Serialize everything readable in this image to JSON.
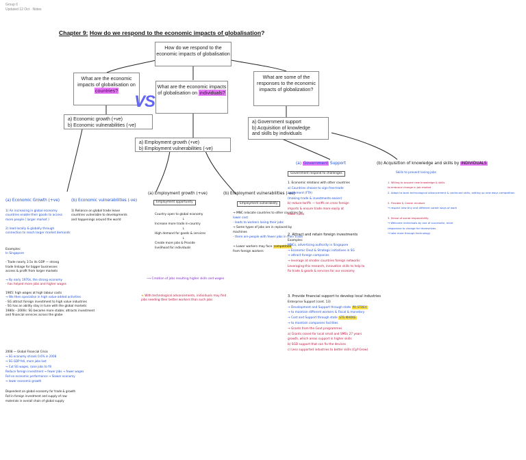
{
  "header": {
    "doc_name": "Group 6",
    "doc_meta": "Updated 12 Oct · Notes"
  },
  "title": {
    "chapter": "Chapter 9:",
    "question": "How do we respond to the economic impacts of globalisation",
    "mark": "?"
  },
  "mindmap": {
    "central": "How do we respond to the economic impacts of globalisation",
    "countries_q": {
      "pre": "What are the economic impacts of globalisation on",
      "hl": "countries?"
    },
    "individuals_q": {
      "pre": "What are the economic impacts of globalisation on",
      "hl": "individuals?"
    },
    "responses_q": "What are some of the responses to the economic impacts of globalization?",
    "vs": "VS",
    "countries_list": [
      "a)   Economic growth (+ve)",
      "b)   Economic vulnerabilities (-ve)"
    ],
    "individuals_list": [
      "a)   Employment growth (+ve)",
      "b)   Employment vulnerabilities (-ve)"
    ],
    "responses_list": [
      "a)   Government support",
      "b)   Acquisition of knowledge",
      "      and skills by individuals"
    ]
  },
  "notes": {
    "col1": {
      "heading_a": "(a) Economic Growth (+ve)",
      "heading_b": "(b) Economic vulnerabilities (-ve)",
      "a_lines": [
        "1) An increasing in global economy",
        "countries enable their goods to access",
        "more people ( larger market )",
        "",
        "2) lead locally & globally through",
        "connection to reach larger market demands"
      ],
      "b_lines": [
        "1) Reliance on global trade leave",
        "countries vulnerable to developments",
        "and happenings around the world"
      ],
      "examples": [
        "Examples:",
        "   In Singapore",
        "",
        "- Trade nearly 3.5x its GDP — strong",
        "  trade linkage for bigger businesses",
        "  access & profit from larger markets",
        "",
        "→ By early 1970s, the strong economy",
        "   - has helped more jobs and higher wages",
        "",
        "1965: high wages at high labour costs",
        "→ We then specialise in high value-added activities",
        "- SG attract foreign investment to high value industries",
        "- SG has an ability stay in tune with the global markets",
        "1980s - 2000s: SG became more stable; attracts investment",
        "   and financial services across the globe"
      ],
      "more": [
        "2008 — Global Financial Crisis",
        "  → SG economy shrank 0.6% in 2008",
        "  → SG GDP fell, more jobs lost",
        "  → Cut SG wages, raise jobs to fill",
        "Reduce foreign investment → fewer jobs → fewer wages",
        "Fall on economic performance → Slower economy",
        "   → lower economic growth",
        "",
        "Dependent on global economy for trade & growth",
        "Fall in foreign investment and supply of raw",
        "   materials in overall chain of global supply"
      ]
    },
    "col2": {
      "heading_a": "(a) Employment growth (+ve)",
      "heading_b": "(b) Employment vulnerabilities (-ve)",
      "a_box": "Employment opportunity",
      "b_box": "Employment vulnerability",
      "a_flow": [
        "Country open to global economy",
        "Increase more trade in-country",
        "High demand for goods & services",
        "Create more jobs & Provide",
        "   livelihood for individuals"
      ],
      "a_end": "Creation of jobs resulting higher skills and wages",
      "a_star": "With technological advancements, individuals may find jobs needing their better workers than such jobs",
      "b_lines": [
        "→ MNC relocate countries to other countries for",
        "   lower cost",
        "   - leads to workers losing their jobs",
        "→ Some types of jobs are in replaced by",
        "   machines",
        "   - there are people with fewer jobs in their trade",
        "",
        "→ Lower workers may face [hl] competition",
        "   from foreign workers"
      ],
      "b_hl": "competition"
    },
    "col3": {
      "heading": "(a) Government Support",
      "heading_hl": "Government",
      "box1": "Government respond to challenges",
      "items": [
        "1. Economic relations with other countries",
        "a) Countries choose to sign free-trade",
        "   agreement (FTA)",
        "   (making trade & investments easier)",
        "b) reduce tariffs — tariffs on cross foreign",
        "   imports & ensure trade more easily at",
        "   lower costs"
      ],
      "item2": [
        "2. Attract and retain foreign investments",
        "   Examples:",
        "   MNCs, advertising authority in Singapore",
        "   → Economic Devt & Strategic initiatives in SG",
        "   → attract foreign companies",
        "   → leverage at smaller countries foreign networks",
        "   Leveraging this research, innovation skills to help to",
        "   fix trade & goods & services for our economy"
      ],
      "item3": [
        "3. Provide financial support to develop local industries",
        "   Enterprise Support (cont. 13)",
        "   → Development and Support through state [hl]",
        "   → to maintain different workers & Fiscal & monetary",
        "   → Cost and Support through state [hl2]",
        "   → to maintain companies facilities",
        "   → Grants from the Govt programmes",
        "   a) Grants raised for local small and SMEs 27 years",
        "   growth, which areas support in higher skills",
        "   b) SGD support that can fix the devices",
        "   c) Less supported industries to better skills (Cpf Grow)"
      ],
      "hl_a": "PR STDEV",
      "hl_b": "STS MARKE"
    },
    "col4": {
      "heading": "(b) Acquisition of knowledge and skills by individuals",
      "heading_hl": "INDIVIDUALS",
      "sub": "Skills to prevent losing jobs",
      "items": [
        "1. Willing to acquire new knowledge & skills",
        "   to embrace change in job market",
        "2. Adapt to work technological advancement & continued skills, setting up new ways competition",
        "",
        "2. Flexible & Career mindset",
        "   → respect new tiny and different career ways of work",
        "",
        "3. Sense of social responsibility",
        "   → Welcome individuals by one of successful, more",
        "   responsive to change for themselves",
        "   → take more through technology"
      ]
    }
  }
}
